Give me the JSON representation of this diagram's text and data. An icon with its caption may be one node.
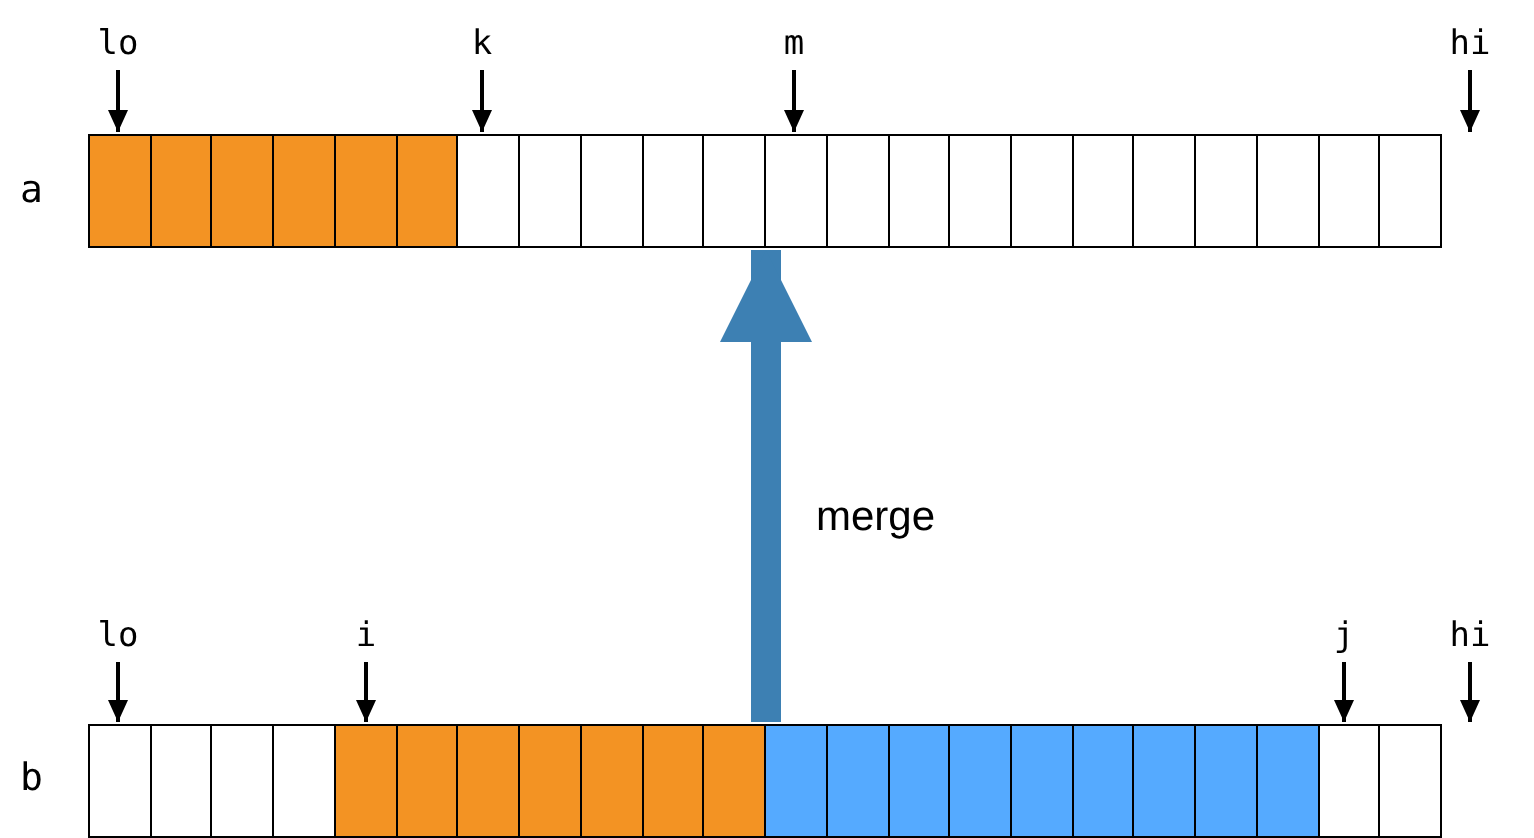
{
  "diagram": {
    "nodes": [
      {
        "text": [
          "lo"
        ]
      },
      {
        "text": [
          "k"
        ]
      },
      {
        "text": [
          "m"
        ]
      },
      {
        "text": [
          "hi"
        ]
      },
      {
        "text": [],
        "shape": "bar",
        "beside": [
          "a"
        ]
      },
      {
        "text": [
          "lo"
        ]
      },
      {
        "text": [
          "i"
        ]
      },
      {
        "text": [
          "j"
        ]
      },
      {
        "text": [
          "hi"
        ]
      },
      {
        "text": [],
        "shape": "bar",
        "beside": [
          "b"
        ]
      }
    ],
    "edges": [
      {
        "from": 0,
        "to": 4,
        "arrow": "to"
      },
      {
        "from": 1,
        "to": 4,
        "arrow": "to"
      },
      {
        "from": 2,
        "to": 4,
        "arrow": "to"
      },
      {
        "from": 3,
        "to": 4,
        "arrow": "to"
      },
      {
        "from": 5,
        "to": 9,
        "arrow": "to"
      },
      {
        "from": 6,
        "to": 9,
        "arrow": "to"
      },
      {
        "from": 7,
        "to": 9,
        "arrow": "to"
      },
      {
        "from": 8,
        "to": 9,
        "arrow": "to"
      },
      {
        "from": 9,
        "to": 4,
        "arrow": "to",
        "label": "merge",
        "style": "thick",
        "color": "#3d80b3"
      }
    ]
  }
}
